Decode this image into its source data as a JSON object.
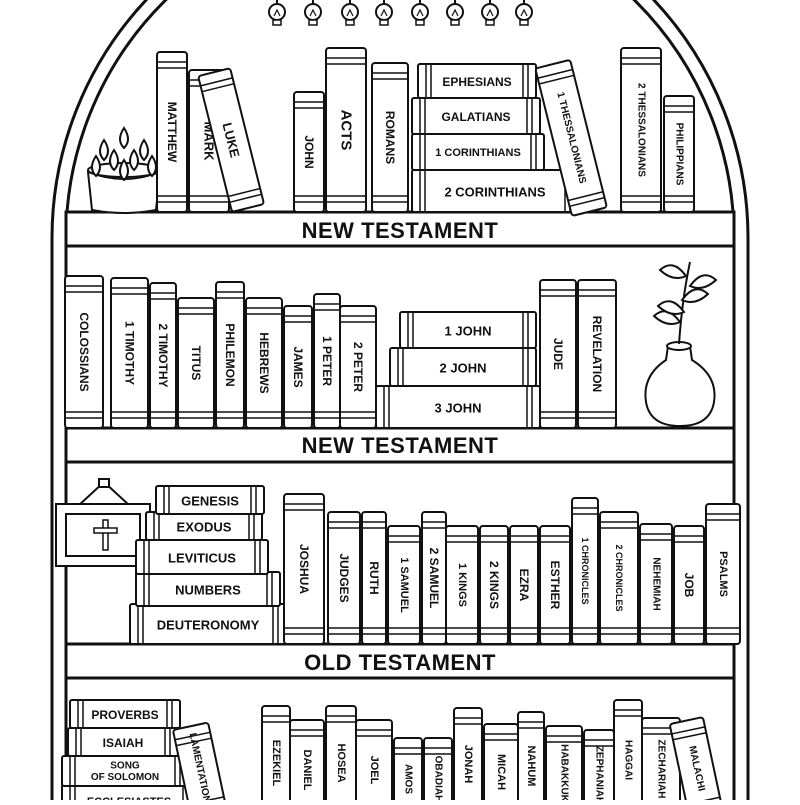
{
  "shelf_labels": [
    "NEW TESTAMENT",
    "NEW TESTAMENT",
    "OLD TESTAMENT"
  ],
  "shelves": [
    {
      "books": [
        "MATTHEW",
        "MARK",
        "LUKE",
        "JOHN",
        "ACTS",
        "ROMANS",
        "1 THESSALONIANS",
        "2 THESSALONIANS",
        "PHILIPPIANS"
      ],
      "stack": [
        "EPHESIANS",
        "GALATIANS",
        "1 CORINTHIANS",
        "2 CORINTHIANS"
      ]
    },
    {
      "books": [
        "COLOSSIANS",
        "1 TIMOTHY",
        "2 TIMOTHY",
        "TITUS",
        "PHILEMON",
        "HEBREWS",
        "JAMES",
        "1 PETER",
        "2 PETER",
        "JUDE",
        "REVELATION"
      ],
      "stack": [
        "1 JOHN",
        "2 JOHN",
        "3 JOHN"
      ]
    },
    {
      "books": [
        "JOSHUA",
        "JUDGES",
        "RUTH",
        "1 SAMUEL",
        "2 SAMUEL",
        "1 KINGS",
        "2 KINGS",
        "EZRA",
        "ESTHER",
        "1 CHRONICLES",
        "2 CHRONICLES",
        "NEHEMIAH",
        "JOB",
        "PSALMS"
      ],
      "stack": [
        "GENESIS",
        "EXODUS",
        "LEVITICUS",
        "NUMBERS",
        "DEUTERONOMY"
      ]
    },
    {
      "books": [
        "LAMENTATIONS",
        "EZEKIEL",
        "DANIEL",
        "HOSEA",
        "JOEL",
        "AMOS",
        "OBADIAH",
        "JONAH",
        "MICAH",
        "NAHUM",
        "HABAKKUK",
        "ZEPHANIAH",
        "HAGGAI",
        "ZECHARIAH",
        "MALACHI"
      ],
      "stack": [
        "PROVERBS",
        "ISAIAH",
        "SONG OF SOLOMON",
        "ECCLESIASTES"
      ]
    }
  ],
  "decor": [
    "succulent-pot-icon",
    "plant-vase-icon",
    "cross-frame-icon",
    "hanging-bulbs-icon"
  ]
}
